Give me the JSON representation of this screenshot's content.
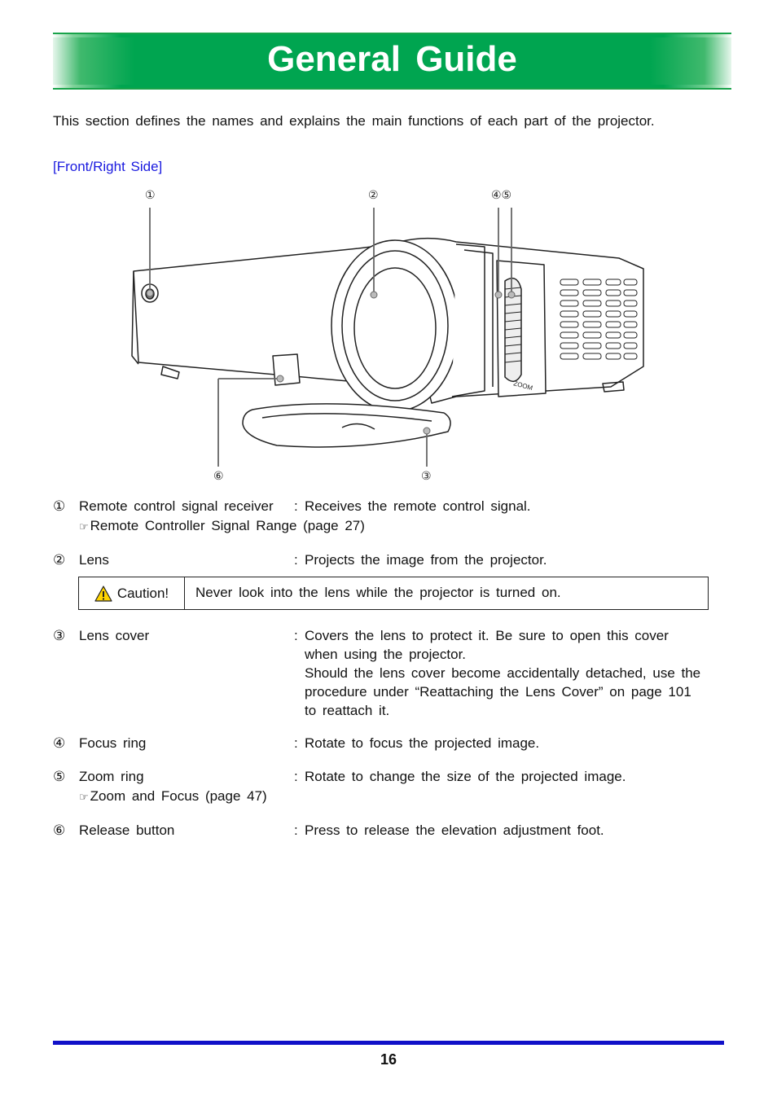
{
  "header": {
    "title": "General Guide"
  },
  "intro": "This section defines the names and explains the main functions of each part of the projector.",
  "section_label": "[Front/Right Side]",
  "figure": {
    "callouts": {
      "c1": "①",
      "c2": "②",
      "c45": "④⑤",
      "c6": "⑥",
      "c3": "③"
    },
    "zoom_marking": "ZOOM"
  },
  "items": [
    {
      "num": "①",
      "name": "Remote control signal receiver",
      "desc": "Receives the remote control signal.",
      "ref": "Remote Controller Signal Range (page 27)"
    },
    {
      "num": "②",
      "name": "Lens",
      "desc": "Projects the image from the projector."
    },
    {
      "num": "③",
      "name": "Lens cover",
      "desc": "Covers the lens to protect it. Be sure to open this cover when using the projector.",
      "desc2": "Should the lens cover become accidentally detached, use the procedure under “Reattaching the Lens Cover” on page 101 to reattach it."
    },
    {
      "num": "④",
      "name": "Focus ring",
      "desc": "Rotate to focus the projected image."
    },
    {
      "num": "⑤",
      "name": "Zoom ring",
      "desc": "Rotate to change the size of the projected image.",
      "ref": "Zoom and Focus (page 47)"
    },
    {
      "num": "⑥",
      "name": "Release button",
      "desc": "Press to release the elevation adjustment foot."
    }
  ],
  "caution": {
    "label": "Caution!",
    "text": "Never look into the lens while the projector is turned on."
  },
  "colon": ":",
  "ref_icon": "☞",
  "page_number": "16",
  "colors": {
    "banner_green": "#00a550",
    "section_label_blue": "#1a1adf",
    "footer_rule_blue": "#1010c8"
  }
}
